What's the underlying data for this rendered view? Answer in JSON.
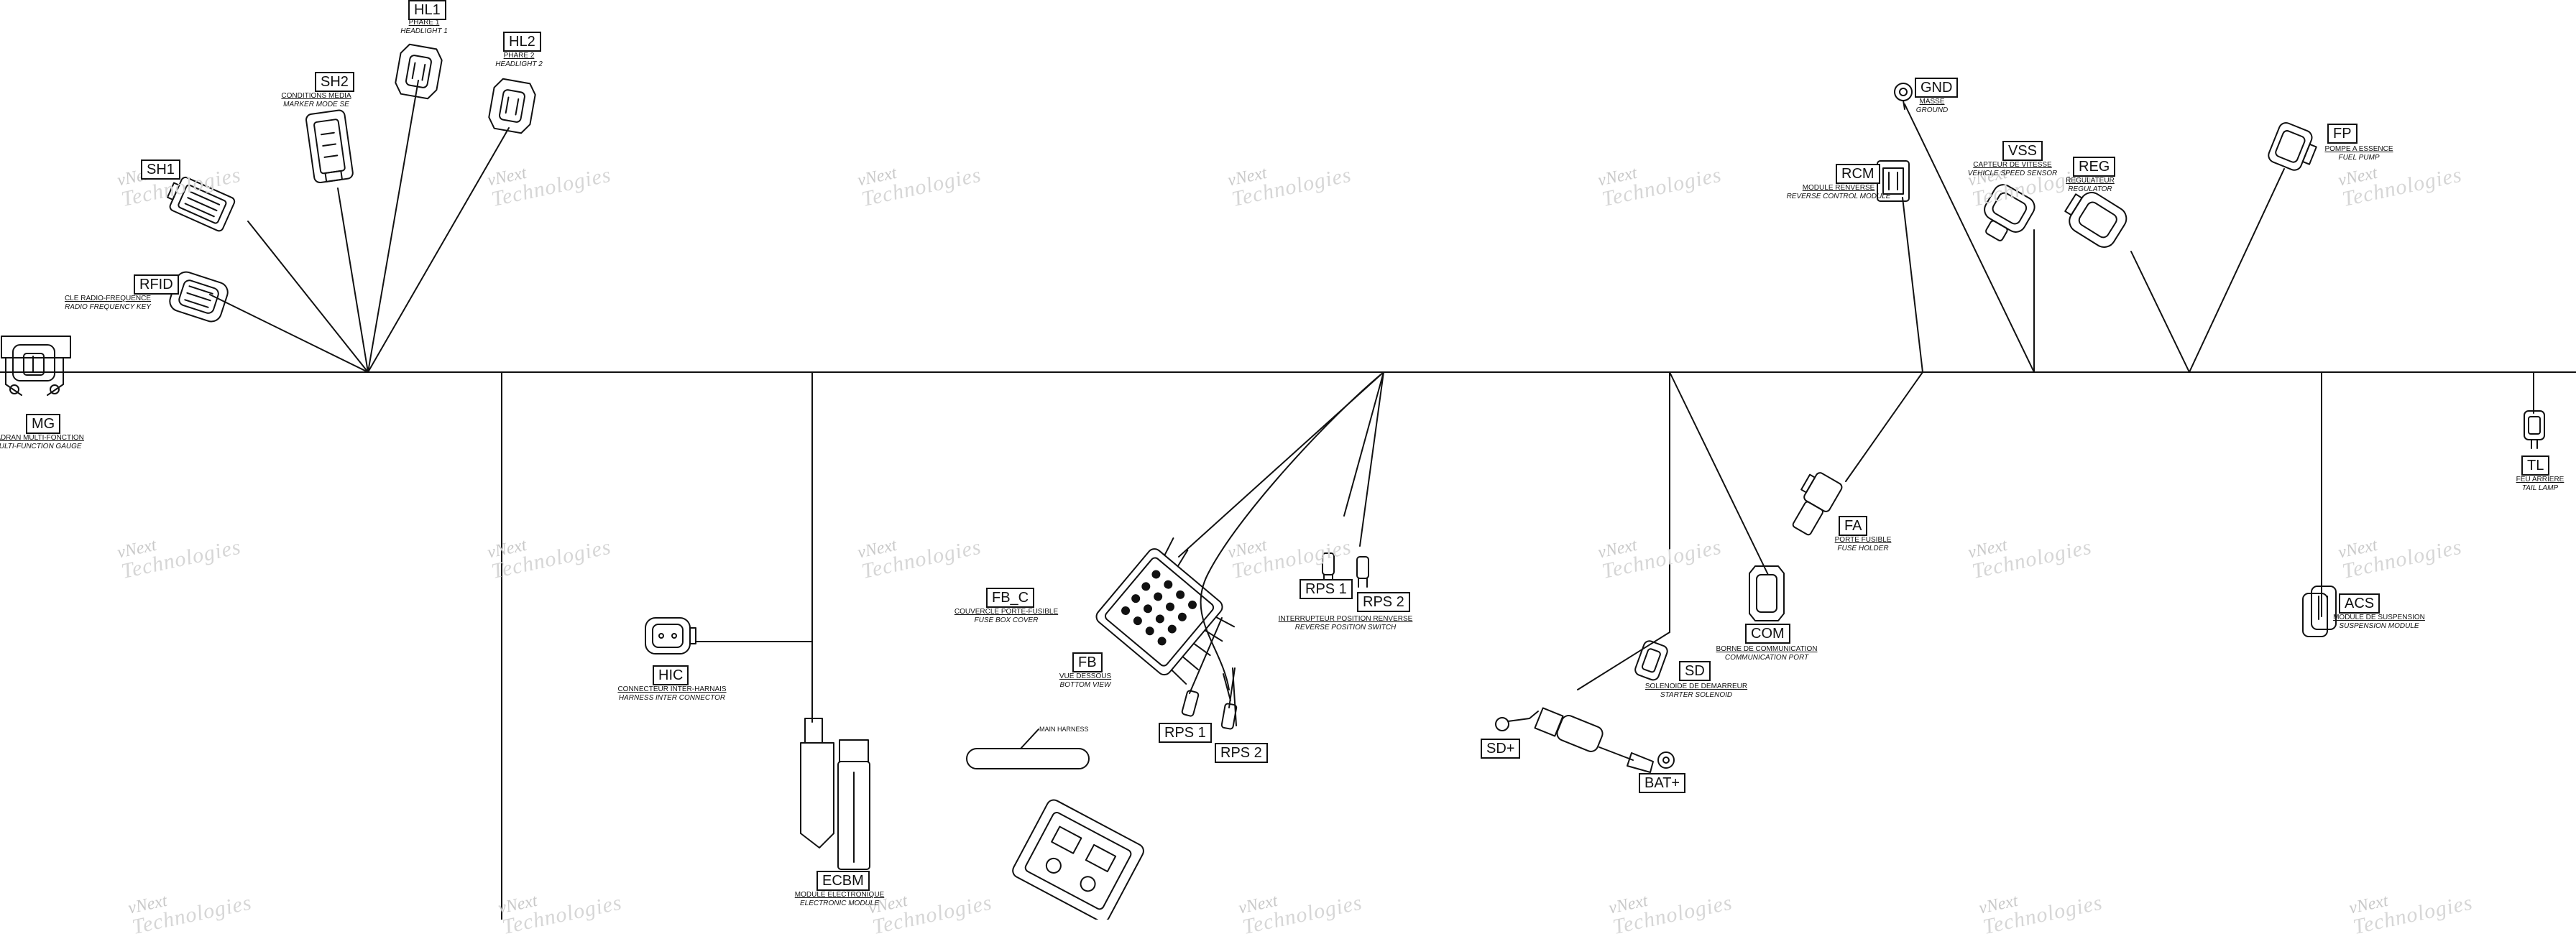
{
  "watermark": {
    "top": "vNext",
    "bottom": "Technologies"
  },
  "connectors": [
    {
      "id": "mg",
      "code": "MG",
      "fr": "CADRAN MULTI-FONCTION",
      "en": "MULTI-FUNCTION GAUGE"
    },
    {
      "id": "rfid",
      "code": "RFID",
      "fr": "CLE RADIO-FREQUENCE",
      "en": "RADIO FREQUENCY KEY"
    },
    {
      "id": "sh1",
      "code": "SH1",
      "fr": "",
      "en": ""
    },
    {
      "id": "sh2",
      "code": "SH2",
      "fr": "CONDITIONS MEDIA",
      "en": "MARKER MODE SE"
    },
    {
      "id": "hl1",
      "code": "HL1",
      "fr": "PHARE 1",
      "en": "HEADLIGHT 1"
    },
    {
      "id": "hl2",
      "code": "HL2",
      "fr": "PHARE 2",
      "en": "HEADLIGHT 2"
    },
    {
      "id": "hic",
      "code": "HIC",
      "fr": "CONNECTEUR INTER-HARNAIS",
      "en": "HARNESS INTER CONNECTOR"
    },
    {
      "id": "ecbm",
      "code": "ECBM",
      "fr": "MODULE ELECTRONIQUE",
      "en": "ELECTRONIC MODULE"
    },
    {
      "id": "fbc",
      "code": "FB_C",
      "fr": "COUVERCLE PORTE-FUSIBLE",
      "en": "FUSE BOX COVER"
    },
    {
      "id": "fb",
      "code": "FB",
      "fr": "VUE DESSOUS",
      "en": "BOTTOM VIEW"
    },
    {
      "id": "rps1a",
      "code": "RPS 1",
      "fr": "",
      "en": ""
    },
    {
      "id": "rps2a",
      "code": "RPS 2",
      "fr": "INTERRUPTEUR POSITION RENVERSE",
      "en": "REVERSE POSITION SWITCH"
    },
    {
      "id": "rps1b",
      "code": "RPS 1",
      "fr": "",
      "en": ""
    },
    {
      "id": "rps2b",
      "code": "RPS 2",
      "fr": "",
      "en": ""
    },
    {
      "id": "sdp",
      "code": "SD+",
      "fr": "",
      "en": ""
    },
    {
      "id": "batp",
      "code": "BAT+",
      "fr": "",
      "en": ""
    },
    {
      "id": "sd",
      "code": "SD",
      "fr": "SOLENOIDE DE DEMARREUR",
      "en": "STARTER SOLENOID"
    },
    {
      "id": "com",
      "code": "COM",
      "fr": "BORNE DE COMMUNICATION",
      "en": "COMMUNICATION PORT"
    },
    {
      "id": "fa",
      "code": "FA",
      "fr": "PORTE FUSIBLE",
      "en": "FUSE HOLDER"
    },
    {
      "id": "rcm",
      "code": "RCM",
      "fr": "MODULE RENVERSE",
      "en": "REVERSE CONTROL MODULE"
    },
    {
      "id": "gnd",
      "code": "GND",
      "fr": "MASSE",
      "en": "GROUND"
    },
    {
      "id": "vss",
      "code": "VSS",
      "fr": "CAPTEUR DE VITESSE",
      "en": "VEHICLE SPEED SENSOR"
    },
    {
      "id": "reg",
      "code": "REG",
      "fr": "REGULATEUR",
      "en": "REGULATOR"
    },
    {
      "id": "fp",
      "code": "FP",
      "fr": "POMPE A ESSENCE",
      "en": "FUEL PUMP"
    },
    {
      "id": "acs",
      "code": "ACS",
      "fr": "MODULE DE SUSPENSION",
      "en": "SUSPENSION MODULE"
    },
    {
      "id": "tl",
      "code": "TL",
      "fr": "FEU ARRIERE",
      "en": "TAIL LAMP"
    }
  ],
  "notes": {
    "main_harness": "MAIN HARNESS"
  }
}
